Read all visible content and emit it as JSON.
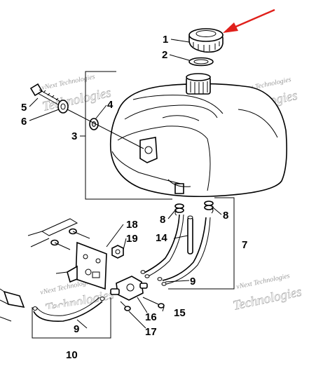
{
  "callouts": {
    "c1": "1",
    "c2": "2",
    "c3": "3",
    "c4": "4",
    "c5": "5",
    "c6": "6",
    "c7": "7",
    "c8a": "8",
    "c8b": "8",
    "c9a": "9",
    "c9b": "9",
    "c10": "10",
    "c14": "14",
    "c15": "15",
    "c16": "16",
    "c17": "17",
    "c18": "18",
    "c19": "19"
  },
  "watermark": {
    "line1": "vNext Technologies",
    "line2": "Technologies"
  },
  "colors": {
    "arrow": "#e0201b",
    "ink": "#000000",
    "shade": "#d9d9d9"
  },
  "icons": {
    "pointer": "red-arrow-icon"
  }
}
